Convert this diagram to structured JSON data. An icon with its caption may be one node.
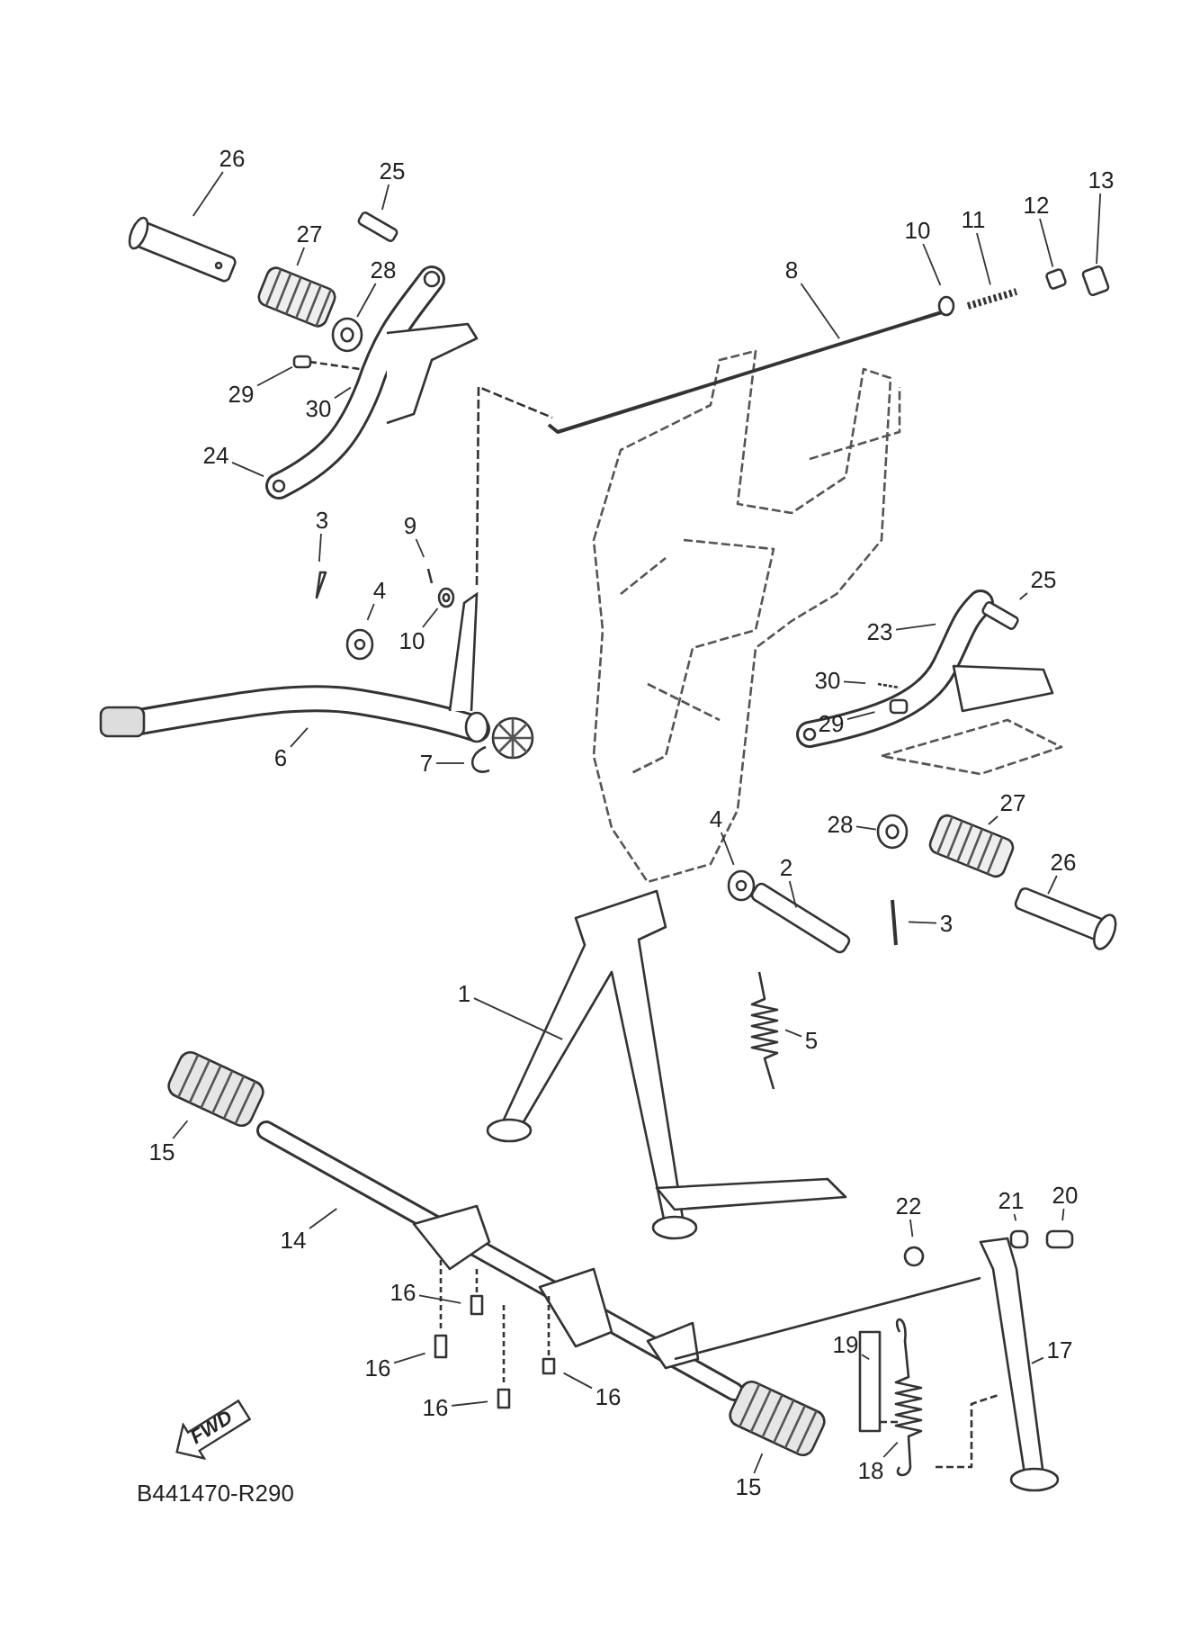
{
  "diagram": {
    "nodes": [
      {
        "text": [
          "26"
        ]
      },
      {
        "text": [
          "25"
        ]
      },
      {
        "text": [
          "13"
        ]
      },
      {
        "text": [
          "12"
        ]
      },
      {
        "text": [
          "11"
        ]
      },
      {
        "text": [
          "10"
        ]
      },
      {
        "text": [
          "27"
        ]
      },
      {
        "text": [
          "8"
        ]
      },
      {
        "text": [
          "28"
        ]
      },
      {
        "text": [
          "29"
        ]
      },
      {
        "text": [
          "30"
        ]
      },
      {
        "text": [
          "24"
        ]
      },
      {
        "text": [
          "9"
        ]
      },
      {
        "text": [
          "3"
        ]
      },
      {
        "text": [
          "4"
        ]
      },
      {
        "text": [
          "25"
        ]
      },
      {
        "text": [
          "10"
        ]
      },
      {
        "text": [
          "23"
        ]
      },
      {
        "text": [
          "30"
        ]
      },
      {
        "text": [
          "29"
        ]
      },
      {
        "text": [
          "6"
        ]
      },
      {
        "text": [
          "7"
        ]
      },
      {
        "text": [
          "27"
        ]
      },
      {
        "text": [
          "28"
        ]
      },
      {
        "text": [
          "4"
        ]
      },
      {
        "text": [
          "26"
        ]
      },
      {
        "text": [
          "2"
        ]
      },
      {
        "text": [
          "3"
        ]
      },
      {
        "text": [
          "1"
        ]
      },
      {
        "text": [
          "5"
        ]
      },
      {
        "text": [
          "15"
        ]
      },
      {
        "text": [
          "20"
        ]
      },
      {
        "text": [
          "21"
        ]
      },
      {
        "text": [
          "22"
        ]
      },
      {
        "text": [
          "14"
        ]
      },
      {
        "text": [
          "16"
        ]
      },
      {
        "text": [
          "19"
        ]
      },
      {
        "text": [
          "17"
        ]
      },
      {
        "text": [
          "16"
        ]
      },
      {
        "text": [
          "16"
        ]
      },
      {
        "text": [
          "16"
        ]
      },
      {
        "text": [
          "18"
        ]
      },
      {
        "text": [
          "15"
        ]
      },
      {
        "text": [
          "FWD"
        ]
      },
      {
        "text": [],
        "shape": "box"
      },
      {
        "text": [],
        "shape": "circle"
      },
      {
        "text": [],
        "shape": "box"
      },
      {
        "text": [],
        "shape": "box"
      },
      {
        "text": [],
        "shape": "circle"
      },
      {
        "text": [],
        "shape": "box"
      },
      {
        "text": [],
        "shape": "box"
      },
      {
        "text": [],
        "shape": "circle"
      }
    ],
    "edges": [
      {
        "from": 0,
        "to": null,
        "arrow": "none"
      },
      {
        "from": 1,
        "to": 49,
        "arrow": "none"
      },
      {
        "from": 2,
        "to": 44,
        "arrow": "none"
      },
      {
        "from": 3,
        "to": 50,
        "arrow": "none"
      },
      {
        "from": 4,
        "to": null,
        "arrow": "none"
      },
      {
        "from": 5,
        "to": null,
        "arrow": "none"
      },
      {
        "from": 6,
        "to": null,
        "arrow": "none"
      },
      {
        "from": 7,
        "to": null,
        "arrow": "none"
      },
      {
        "from": 8,
        "to": 45,
        "arrow": "none"
      },
      {
        "from": 9,
        "to": 46,
        "arrow": "none"
      },
      {
        "from": 10,
        "to": null,
        "arrow": "none"
      },
      {
        "from": 11,
        "to": null,
        "arrow": "none"
      },
      {
        "from": 12,
        "to": null,
        "arrow": "none"
      },
      {
        "from": 13,
        "to": null,
        "arrow": "none"
      },
      {
        "from": 14,
        "to": null,
        "arrow": "none"
      },
      {
        "from": 15,
        "to": 47,
        "arrow": "none"
      },
      {
        "from": 16,
        "to": 48,
        "arrow": "none"
      },
      {
        "from": 17,
        "to": null,
        "arrow": "none"
      },
      {
        "from": 18,
        "to": null,
        "arrow": "none"
      },
      {
        "from": 19,
        "to": null,
        "arrow": "none"
      },
      {
        "from": 20,
        "to": null,
        "arrow": "none"
      },
      {
        "from": 21,
        "to": null,
        "arrow": "none"
      },
      {
        "from": 22,
        "to": null,
        "arrow": "none"
      },
      {
        "from": 23,
        "to": 51,
        "arrow": "none"
      },
      {
        "from": 24,
        "to": null,
        "arrow": "none"
      },
      {
        "from": 25,
        "to": null,
        "arrow": "none"
      },
      {
        "from": 26,
        "to": null,
        "arrow": "none"
      },
      {
        "from": 27,
        "to": null,
        "arrow": "none"
      },
      {
        "from": 28,
        "to": null,
        "arrow": "none"
      },
      {
        "from": 29,
        "to": null,
        "arrow": "none"
      },
      {
        "from": 30,
        "to": null,
        "arrow": "none"
      },
      {
        "from": 31,
        "to": null,
        "arrow": "none"
      },
      {
        "from": 32,
        "to": null,
        "arrow": "none"
      },
      {
        "from": 33,
        "to": null,
        "arrow": "none"
      },
      {
        "from": 34,
        "to": null,
        "arrow": "none"
      },
      {
        "from": 35,
        "to": null,
        "arrow": "none"
      },
      {
        "from": 36,
        "to": null,
        "arrow": "none"
      },
      {
        "from": 37,
        "to": null,
        "arrow": "none"
      },
      {
        "from": 38,
        "to": null,
        "arrow": "none"
      },
      {
        "from": 39,
        "to": null,
        "arrow": "none"
      },
      {
        "from": 40,
        "to": null,
        "arrow": "none"
      },
      {
        "from": 41,
        "to": null,
        "arrow": "none"
      },
      {
        "from": 42,
        "to": null,
        "arrow": "none"
      }
    ],
    "labels": [
      "B441470-R290"
    ]
  }
}
